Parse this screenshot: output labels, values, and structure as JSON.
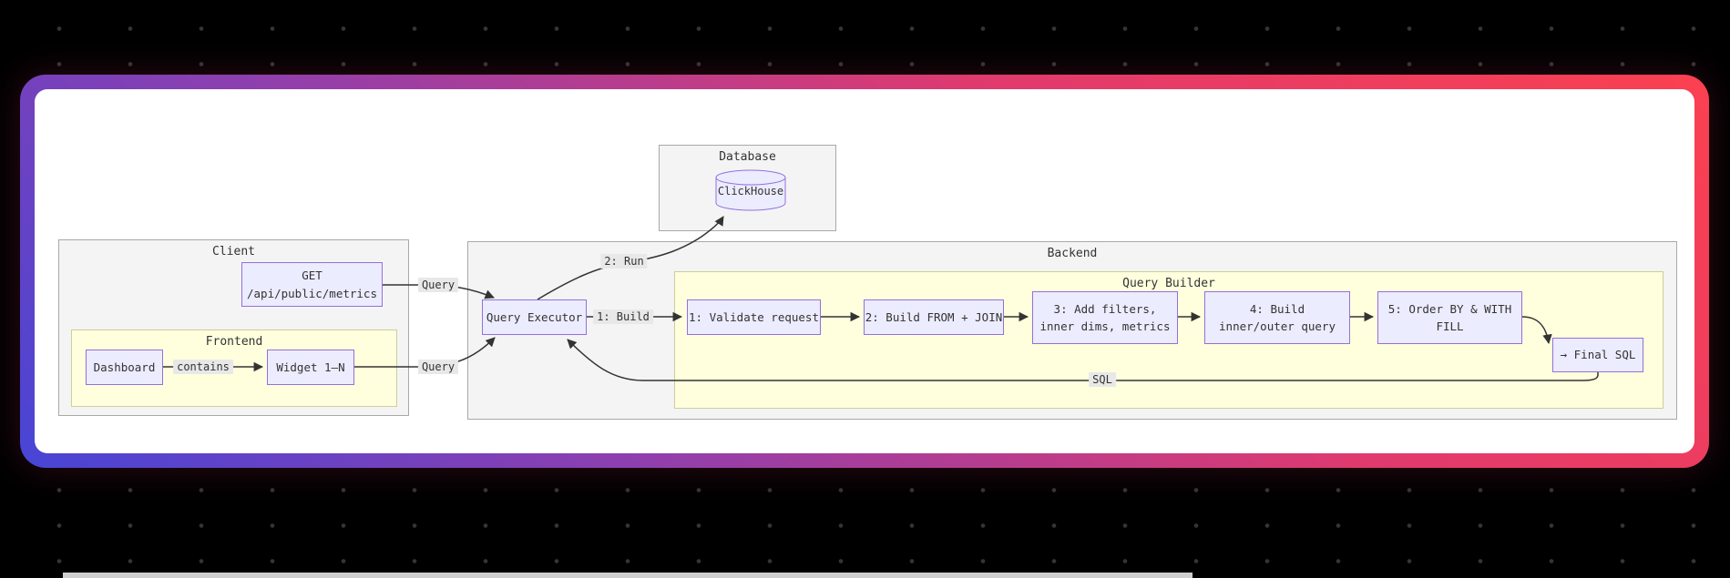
{
  "diagram": {
    "clusters": {
      "database": "Database",
      "client": "Client",
      "frontend": "Frontend",
      "backend": "Backend",
      "query_builder": "Query Builder"
    },
    "nodes": {
      "clickhouse": "ClickHouse",
      "get_line1": "GET",
      "get_line2": "/api/public/metrics",
      "dashboard": "Dashboard",
      "widget": "Widget 1–N",
      "query_executor": "Query Executor",
      "step1": "1: Validate request",
      "step2": "2: Build FROM + JOIN",
      "step3_line1": "3: Add filters,",
      "step3_line2": "inner dims, metrics",
      "step4_line1": "4: Build",
      "step4_line2": "inner/outer query",
      "step5_line1": "5: Order BY & WITH",
      "step5_line2": "FILL",
      "final_sql": "→ Final SQL"
    },
    "edge_labels": {
      "query_top": "Query",
      "query_bottom": "Query",
      "contains": "contains",
      "build": "1: Build",
      "run": "2: Run",
      "sql": "SQL"
    },
    "colors": {
      "background": "#000000",
      "node_fill": "#ECECFF",
      "node_border": "#9370DB",
      "cluster_fill": "#f4f4f4",
      "cluster_border": "#a8a8a8",
      "inner_cluster_fill": "#ffffde",
      "inner_cluster_border": "#cdcd9c",
      "edge": "#333333",
      "edge_label_bg": "#e8e8e8",
      "card_gradient_start": "#4745d6",
      "card_gradient_mid": "#e03a6e",
      "card_gradient_end": "#fb4050"
    }
  }
}
